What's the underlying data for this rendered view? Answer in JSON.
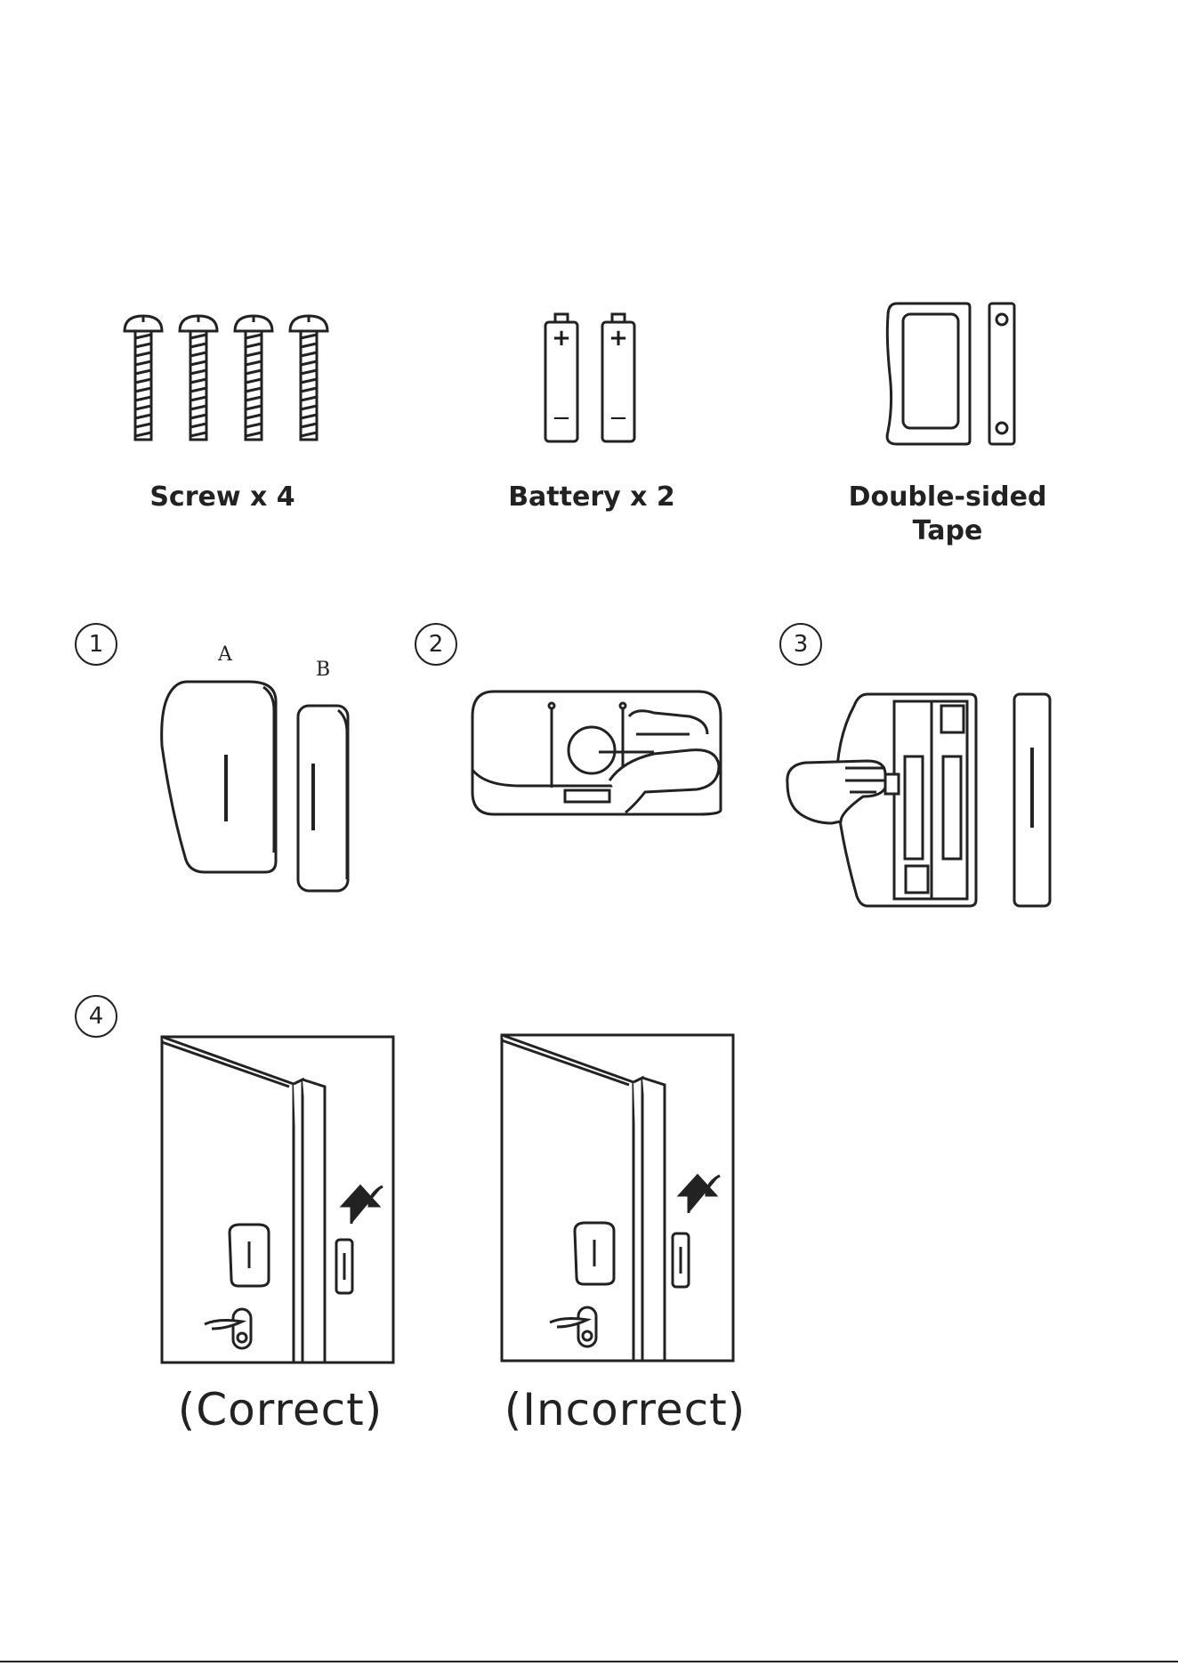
{
  "accessories": [
    {
      "label": "Screw x 4",
      "icon": "screw-icon"
    },
    {
      "label": "Battery x 2",
      "icon": "battery-icon"
    },
    {
      "label_line1": "Double-sided",
      "label_line2": "Tape",
      "icon": "double-sided-tape-icon"
    }
  ],
  "battery_marks": {
    "plus": "+",
    "minus": "−"
  },
  "steps": [
    {
      "number": "1",
      "part_a": "A",
      "part_b": "B"
    },
    {
      "number": "2"
    },
    {
      "number": "3"
    },
    {
      "number": "4"
    }
  ],
  "installation": {
    "correct_label": "(Correct)",
    "incorrect_label": "(Incorrect)"
  }
}
